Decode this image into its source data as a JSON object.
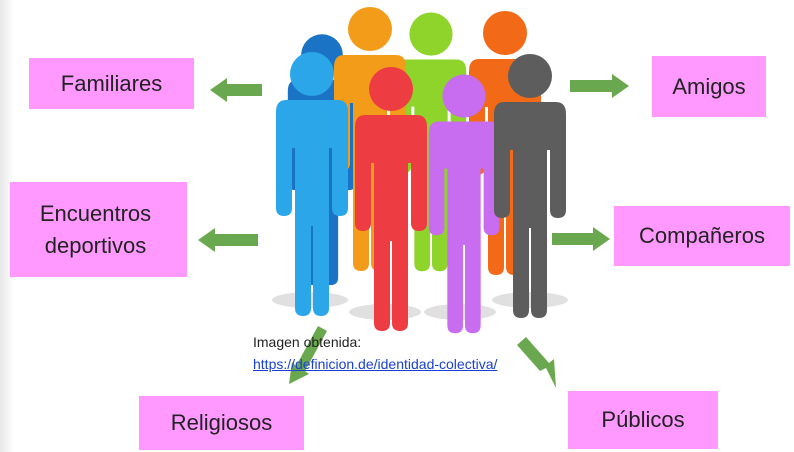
{
  "labels": {
    "familiares": "Familiares",
    "amigos": "Amigos",
    "encuentros": "Encuentros deportivos",
    "companeros": "Compañeros",
    "religiosos": "Religiosos",
    "publicos": "Públicos"
  },
  "caption": {
    "text": "Imagen obtenida:",
    "link": "https://definicion.de/identidad-colectiva/"
  },
  "colors": {
    "box": "#ff99ff",
    "arrow": "#6aa84f",
    "people": [
      "#1a73c4",
      "#f39c1a",
      "#8fd42a",
      "#f26a17",
      "#2ba6e8",
      "#ee3c43",
      "#c86df0",
      "#5d5d5d"
    ]
  }
}
